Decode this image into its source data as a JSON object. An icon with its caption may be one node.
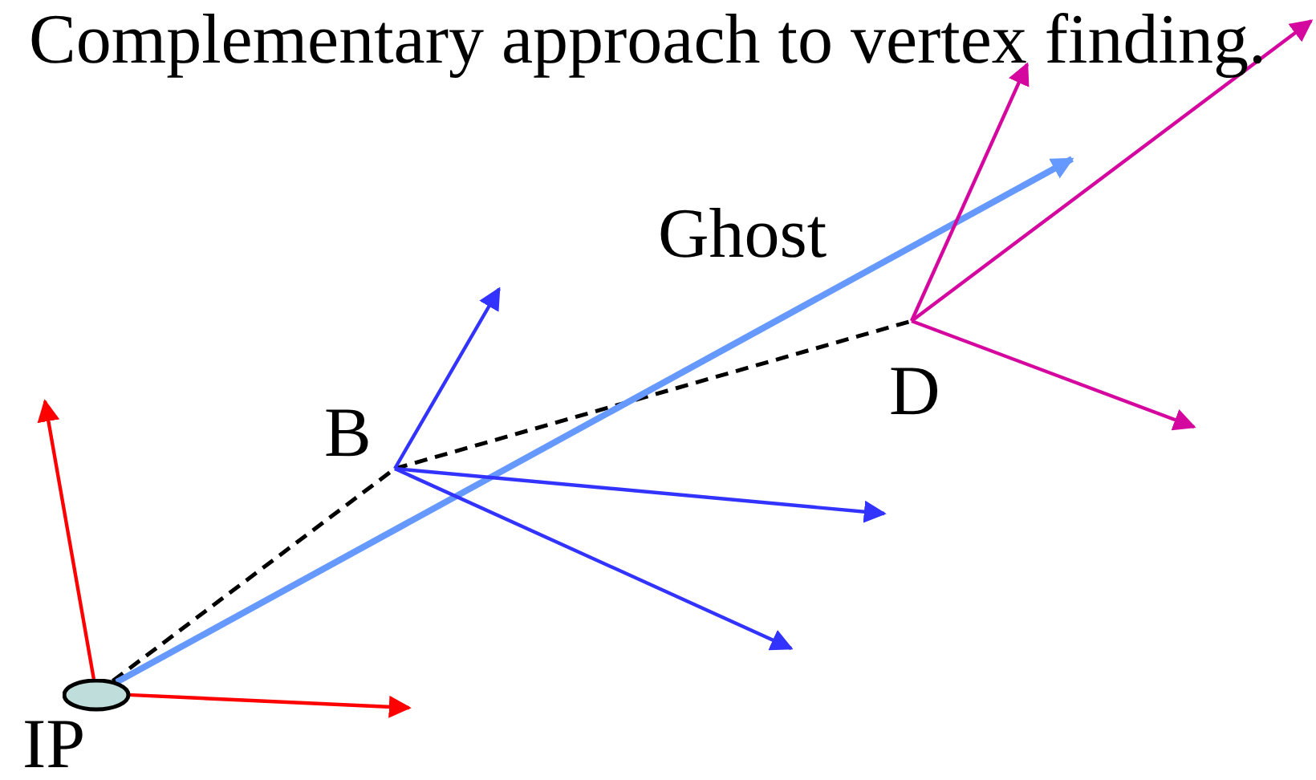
{
  "diagram": {
    "title": "Complementary approach to vertex finding.",
    "nodes": [
      {
        "text": [
          "IP"
        ]
      },
      {
        "text": [
          "B"
        ]
      },
      {
        "text": [
          "D"
        ]
      }
    ],
    "edges": [
      {
        "from": 0,
        "to": null,
        "arrow": "to",
        "color": "#ff0000"
      },
      {
        "from": 0,
        "to": null,
        "arrow": "to",
        "color": "#ff0000"
      },
      {
        "from": 0,
        "to": 1,
        "arrow": "none",
        "style": "dashed",
        "color": "#000000"
      },
      {
        "from": 1,
        "to": 2,
        "arrow": "none",
        "style": "dashed",
        "color": "#000000"
      },
      {
        "from": 0,
        "to": null,
        "arrow": "to",
        "style": "thick",
        "color": "#6699ff",
        "label": "Ghost"
      },
      {
        "from": 1,
        "to": null,
        "arrow": "to",
        "color": "#3333ff"
      },
      {
        "from": 1,
        "to": null,
        "arrow": "to",
        "color": "#3333ff"
      },
      {
        "from": 1,
        "to": null,
        "arrow": "to",
        "color": "#3333ff"
      },
      {
        "from": 2,
        "to": null,
        "arrow": "to",
        "color": "#d4089e"
      },
      {
        "from": 2,
        "to": null,
        "arrow": "to",
        "color": "#d4089e"
      },
      {
        "from": 2,
        "to": null,
        "arrow": "to",
        "color": "#d4089e"
      }
    ]
  }
}
